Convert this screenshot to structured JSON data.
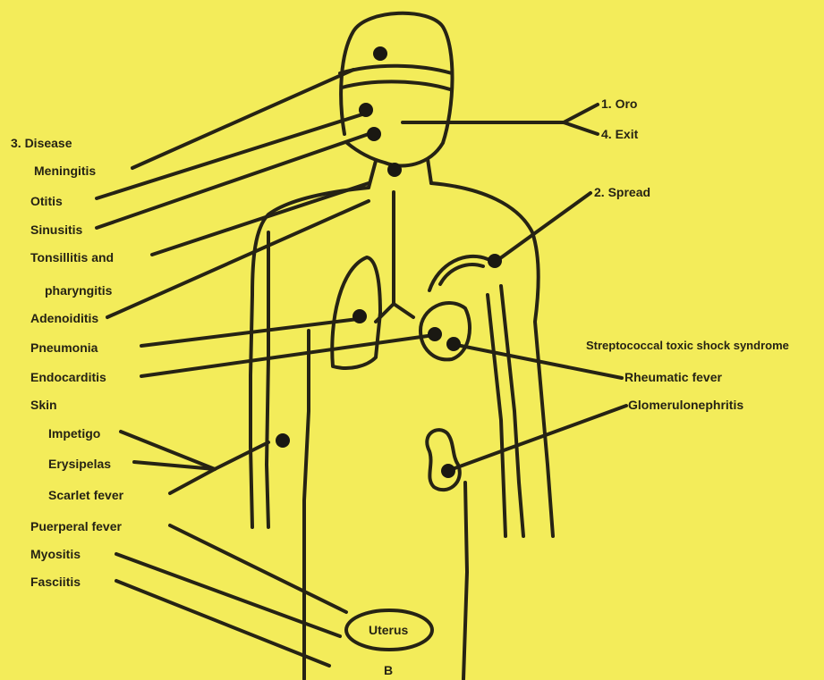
{
  "palette": {
    "background": "#f3ec5a",
    "ink": "#262314"
  },
  "left_labels": [
    "3. Disease",
    "Meningitis",
    "Otitis",
    "Sinusitis",
    "Tonsillitis and",
    "pharyngitis",
    "Adenoiditis",
    "Pneumonia",
    "Endocarditis",
    "Skin",
    "Impetigo",
    "Erysipelas",
    "Scarlet fever",
    "Puerperal fever",
    "Myositis",
    "Fasciitis"
  ],
  "right_labels": [
    "1. Oro",
    "4. Exit",
    "2. Spread",
    "Streptococcal toxic shock syndrome",
    "Rheumatic fever",
    "Glomerulonephritis"
  ],
  "uterus_label": "Uterus",
  "bottom_label": "B"
}
